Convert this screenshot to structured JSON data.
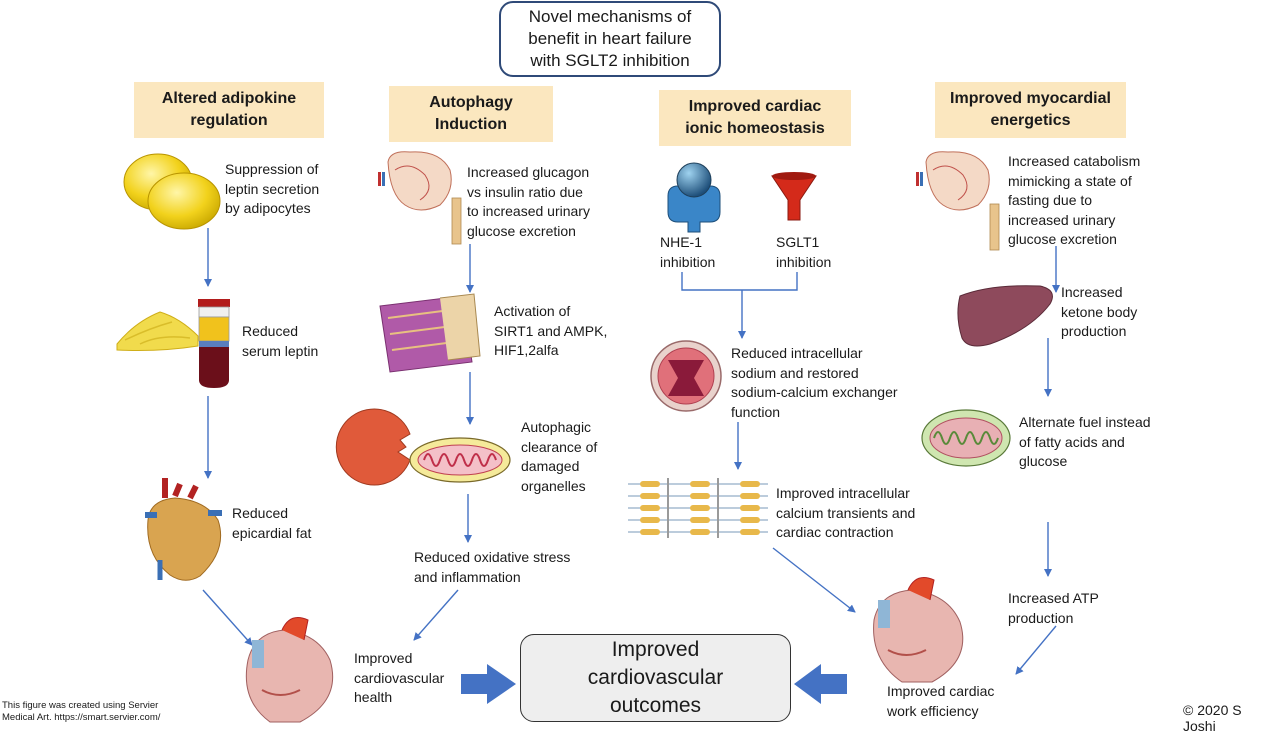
{
  "title": "Novel mechanisms of\nbenefit in heart failure\nwith SGLT2 inhibition",
  "columns": [
    {
      "header": "Altered adipokine\nregulation",
      "steps": [
        "Suppression of\nleptin secretion\nby adipocytes",
        "Reduced\nserum leptin",
        "Reduced\nepicardial fat"
      ]
    },
    {
      "header": "Autophagy\nInduction",
      "steps": [
        "Increased glucagon\nvs insulin ratio due\nto increased urinary\nglucose excretion",
        "Activation of\nSIRT1 and AMPK,\nHIF1,2alfa",
        "Autophagic\nclearance of\ndamaged\norganelles",
        "Reduced oxidative stress\nand inflammation"
      ]
    },
    {
      "header": "Improved cardiac\nionic homeostasis",
      "steps": [
        "NHE-1\ninhibition",
        "SGLT1\ninhibition",
        "Reduced intracellular\nsodium and restored\nsodium-calcium exchanger\nfunction",
        "Improved intracellular\ncalcium transients and\ncardiac contraction"
      ]
    },
    {
      "header": "Improved myocardial\nenergetics",
      "steps": [
        "Increased catabolism\nmimicking a state of\nfasting due to\nincreased  urinary\nglucose excretion",
        "Increased\nketone body\nproduction",
        "Alternate fuel instead\nof fatty acids and\nglucose",
        "Increased ATP\nproduction"
      ]
    }
  ],
  "left_result": "Improved\ncardiovascular\nhealth",
  "right_result": "Improved cardiac\nwork efficiency",
  "outcome": "Improved\ncardiovascular\noutcomes",
  "credit": "This figure was created using Servier\nMedical Art. https://smart.servier.com/",
  "copyright": "© 2020 S Joshi",
  "colors": {
    "header_fill": "#fbe7bf",
    "title_border": "#2f4a78",
    "arrow": "#4472c4",
    "big_arrow": "#4472c4",
    "outcome_fill": "#eeeeee"
  },
  "icons": [
    "fat-cells-icon",
    "fat-tissue-icon",
    "blood-tube-icon",
    "heart-icon",
    "kidney-icon",
    "muscle-fiber-icon",
    "lysosome-mitochondrion-icon",
    "nhe1-channel-icon",
    "sglt1-channel-icon",
    "cell-channel-icon",
    "sarcomere-icon",
    "liver-icon",
    "mitochondrion-icon"
  ]
}
